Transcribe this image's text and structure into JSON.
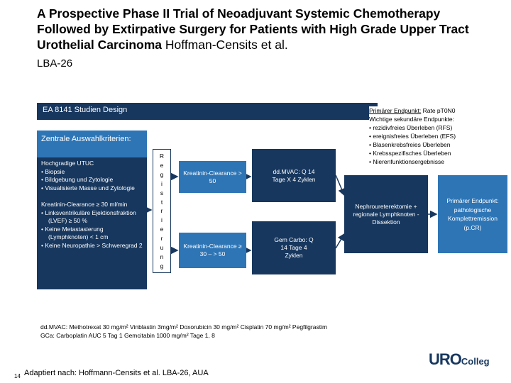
{
  "title": {
    "main": "A Prospective Phase II Trial of Neoadjuvant Systemic Chemotherapy Followed by Extirpative Surgery for Patients with High Grade Upper Tract Urothelial Carcinoma",
    "authors": "Hoffman-Censits et al.",
    "abstract_id": "LBA-26"
  },
  "design": {
    "title": "EA 8141 Studien Design"
  },
  "criteria": {
    "heading": "Zentrale Auswahlkriterien:",
    "intro": "Hochgradige UTUC",
    "items_a": [
      "Biopsie",
      "Bildgebung und Zytologie",
      "Visualisierte Masse und Zytologie"
    ],
    "clearance_intro": "Kreatinin-Clearance ≥ 30 ml/min",
    "items_b": [
      "Linksventrikuläre Ejektionsfraktion (LVEF) ≥ 50 %",
      "Keine Metastasierung (Lymphknoten) < 1 cm",
      "Keine Neuropathie > Schweregrad 2"
    ]
  },
  "endpoints": {
    "primary": "Primärer Endpunkt:",
    "primary_value": "Rate pT0N0",
    "secondary_heading": "Wichtige sekundäre Endpunkte:",
    "items": [
      "rezidivfreies Überleben (RFS)",
      "ereignisfreies Überleben (EFS)",
      "Blasenkrebsfreies Überleben",
      "Krebsspezifisches Überleben",
      "Nierenfunktionsergebnisse"
    ]
  },
  "randomization": {
    "letters": [
      "R",
      "e",
      "g",
      "i",
      "s",
      "t",
      "r",
      "i",
      "e",
      "r",
      "u",
      "n",
      "g"
    ]
  },
  "arms": {
    "arm1": "Kreatinin-Clearance > 50",
    "arm2": "Kreatinin-Clearance ≥ 30 – > 50"
  },
  "chemo": {
    "arm1": "dd.MVAC: Q 14 Tage X 4 Zyklen",
    "arm2": "Gem Carbo: Q 14 Tage 4 Zyklen"
  },
  "surgery": "Nephroureterektomie + regionale Lymphknoten -Dissektion",
  "primary_endpoint": "Primärer Endpunkt: pathologische Komplettremission (p.CR)",
  "footnote": {
    "line1": "dd.MVAC: Methotrexat 30 mg/m² Vinblastin 3mg/m² Doxorubicin 30 mg/m² Cisplatin 70 mg/m² Pegfilgrastim",
    "line2": "GCa: Carboplatin AUC 5 Tag 1 Gemcitabin 1000 mg/m² Tage 1, 8"
  },
  "page_number": "14",
  "source": "Adaptiert nach: Hoffmann-Censits et al. LBA-26, AUA",
  "logo": {
    "part1": "URO",
    "part2": "Colleg"
  },
  "colors": {
    "dark_navy": "#17375e",
    "blue": "#2e75b6"
  }
}
